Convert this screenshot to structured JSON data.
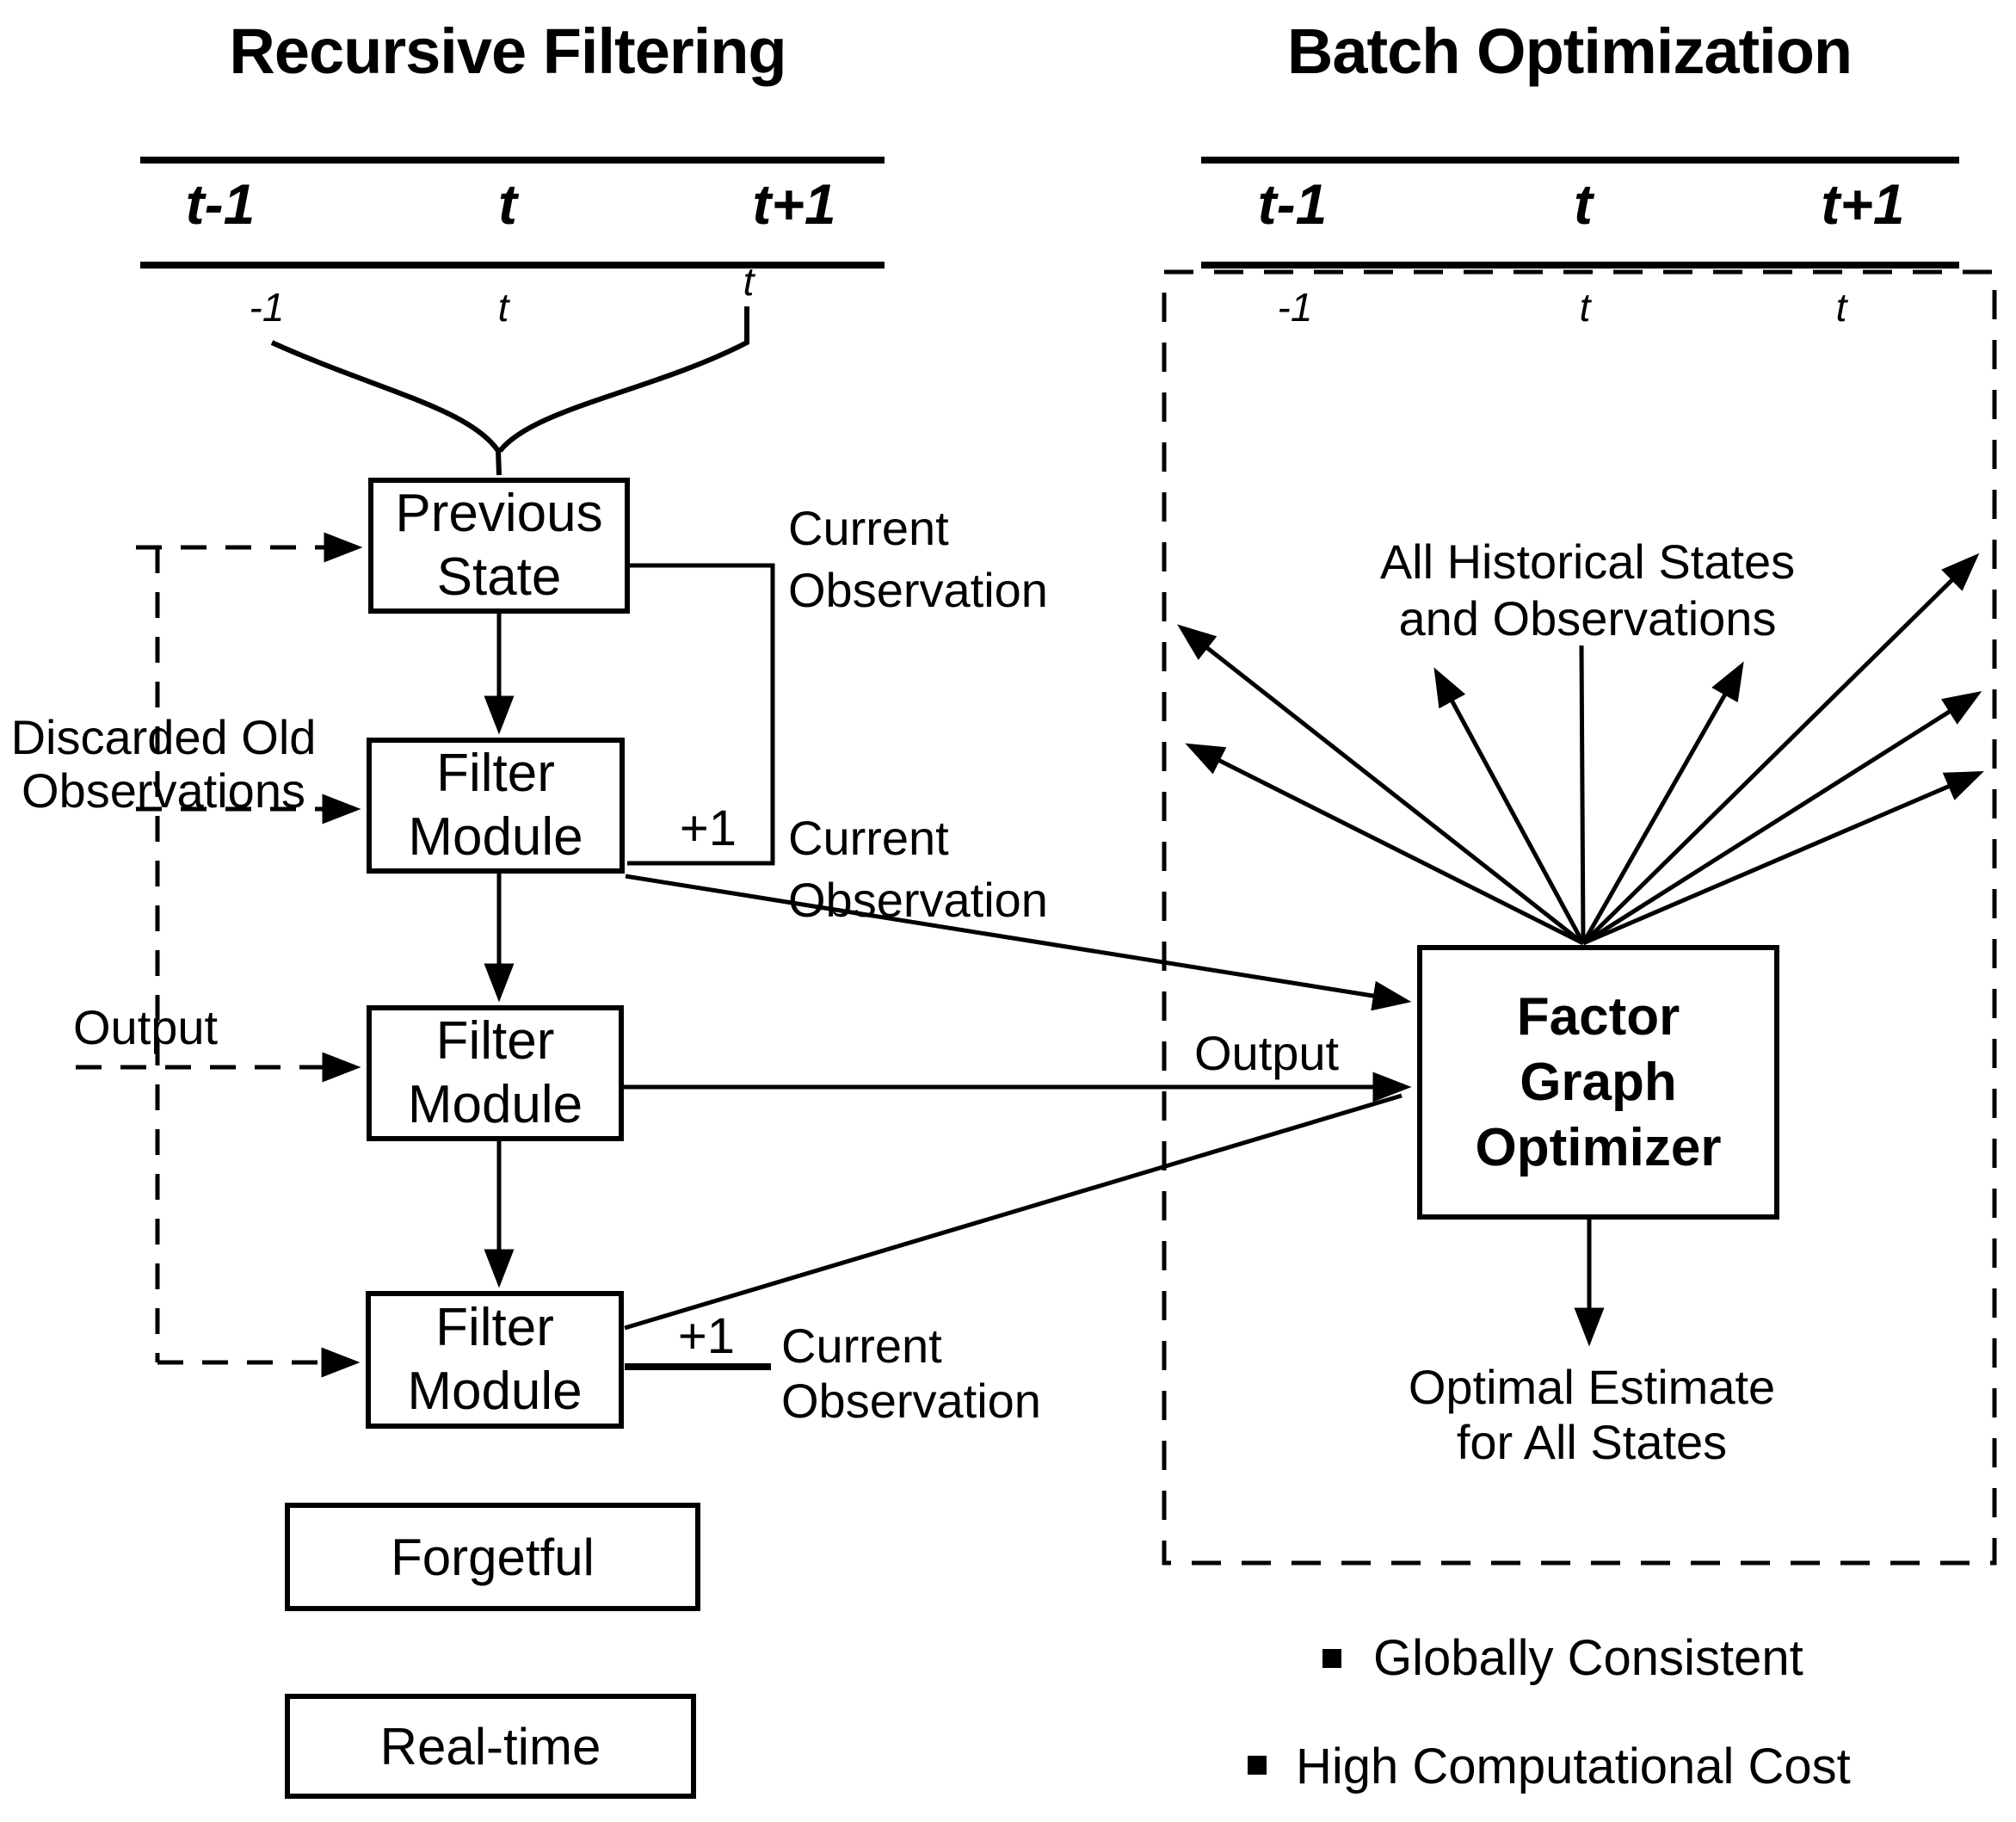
{
  "left": {
    "title": "Recursive Filtering",
    "timeline": {
      "labels": [
        {
          "label": "t-1"
        },
        {
          "label": "t"
        },
        {
          "label": "t+1"
        }
      ],
      "sublabels": [
        {
          "label": "-1"
        },
        {
          "label": "t"
        },
        {
          "label": "t"
        }
      ]
    },
    "boxes": {
      "previous_state": "Previous\nState",
      "filter1": "Filter\nModule",
      "filter2": "Filter\nModule",
      "filter3": "Filter\nModule",
      "forgetful": "Forgetful",
      "realtime": "Real-time"
    },
    "labels": {
      "current_observation_1": "Current\nObservation",
      "current_observation_2": "Current\nObservation",
      "current_observation_3": "Current\nObservation",
      "discarded": "Discarded Old\nObservations",
      "output": "Output",
      "plus1_a": "+1",
      "plus1_b": "+1"
    }
  },
  "right": {
    "title": "Batch Optimization",
    "timeline": {
      "labels": [
        {
          "label": "t-1"
        },
        {
          "label": "t"
        },
        {
          "label": "t+1"
        }
      ],
      "sublabels": [
        {
          "label": "-1"
        },
        {
          "label": "t"
        },
        {
          "label": "t"
        }
      ]
    },
    "boxes": {
      "optimizer": "Factor\nGraph\nOptimizer"
    },
    "labels": {
      "all_historical": "All Historical States\nand Observations",
      "output": "Output",
      "optimal": "Optimal Estimate\nfor All States"
    },
    "bullets": [
      {
        "label": "Globally Consistent"
      },
      {
        "label": "High Computational Cost"
      }
    ]
  },
  "colors": {
    "ink": "#000000",
    "background": "#ffffff"
  }
}
